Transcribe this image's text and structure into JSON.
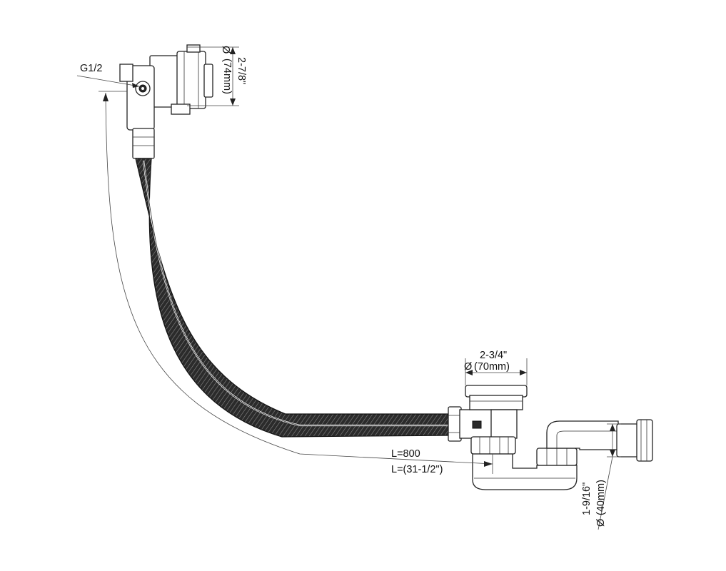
{
  "labels": {
    "thread": "G1/2",
    "overflow_dia_in": "2-7/8\"",
    "overflow_dia_mm": "(74mm)",
    "waste_dia_in": "2-3/4\"",
    "waste_dia_mm": "(70mm)",
    "length_mm": "L=800",
    "length_in": "L=(31-1/2\")",
    "outlet_dia_in": "1-9/16\"",
    "outlet_dia_mm": "(40mm)",
    "dia_symbol": "Ø"
  },
  "colors": {
    "line": "#222222",
    "hose": "#2b2b2b",
    "background": "#ffffff"
  }
}
